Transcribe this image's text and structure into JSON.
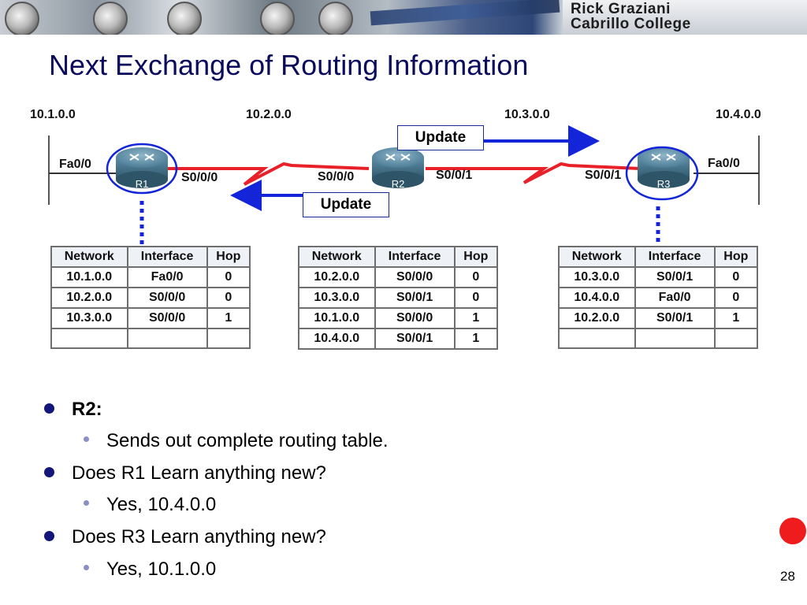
{
  "banner": {
    "author": "Rick Graziani",
    "institution": "Cabrillo College"
  },
  "title": "Next Exchange of Routing Information",
  "diagram": {
    "networks": [
      "10.1.0.0",
      "10.2.0.0",
      "10.3.0.0",
      "10.4.0.0"
    ],
    "routers": [
      {
        "name": "R1",
        "interfaces": [
          "Fa0/0",
          "S0/0/0"
        ]
      },
      {
        "name": "R2",
        "interfaces": [
          "S0/0/0",
          "S0/0/1"
        ]
      },
      {
        "name": "R3",
        "interfaces": [
          "S0/0/1",
          "Fa0/0"
        ]
      }
    ],
    "update_right": "Update",
    "update_left": "Update",
    "colors": {
      "link": "#e8202a",
      "arrow": "#1424d8",
      "highlight": "#1424d8",
      "router": "#4c7c96"
    }
  },
  "tables": {
    "headers": [
      "Network",
      "Interface",
      "Hop"
    ],
    "r1": [
      [
        "10.1.0.0",
        "Fa0/0",
        "0"
      ],
      [
        "10.2.0.0",
        "S0/0/0",
        "0"
      ],
      [
        "10.3.0.0",
        "S0/0/0",
        "1"
      ]
    ],
    "r2": [
      [
        "10.2.0.0",
        "S0/0/0",
        "0"
      ],
      [
        "10.3.0.0",
        "S0/0/1",
        "0"
      ],
      [
        "10.1.0.0",
        "S0/0/0",
        "1"
      ],
      [
        "10.4.0.0",
        "S0/0/1",
        "1"
      ]
    ],
    "r3": [
      [
        "10.3.0.0",
        "S0/0/1",
        "0"
      ],
      [
        "10.4.0.0",
        "Fa0/0",
        "0"
      ],
      [
        "10.2.0.0",
        "S0/0/1",
        "1"
      ]
    ]
  },
  "bullets": [
    {
      "level": 1,
      "text": "R2:",
      "bold": true
    },
    {
      "level": 2,
      "text": "Sends out complete routing table."
    },
    {
      "level": 1,
      "text": "Does R1 Learn anything new?"
    },
    {
      "level": 2,
      "text": "Yes, 10.4.0.0"
    },
    {
      "level": 1,
      "text": "Does R3 Learn anything new?"
    },
    {
      "level": 2,
      "text": "Yes, 10.1.0.0"
    }
  ],
  "page_number": "28"
}
